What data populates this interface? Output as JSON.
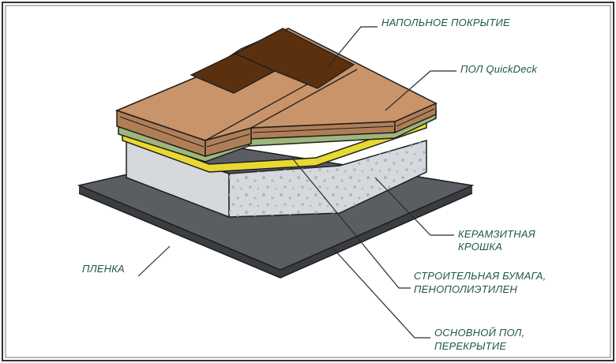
{
  "labels": {
    "flooring": "НАПОЛЬНОЕ ПОКРЫТИЕ",
    "quickdeck": "ПОЛ QuickDeck",
    "clay_1": "КЕРАМЗИТНАЯ",
    "clay_2": "КРОШКА",
    "paper_1": "СТРОИТЕЛЬНАЯ БУМАГА,",
    "paper_2": "ПЕНОПОЛИЭТИЛЕН",
    "base_1": "ОСНОВНОЙ ПОЛ,",
    "base_2": "ПЕРЕКРЫТИЕ",
    "film": "ПЛЕНКА"
  },
  "colors": {
    "label_text": "#1f5a3c",
    "leader": "#2a2a2a",
    "board_top": "#c9946a",
    "board_edge": "#b07e56",
    "flooring_tile": "#5a300f",
    "foam_layer": "#9fb57a",
    "paper_layer": "#e8d832",
    "clay_side": "#d5d8dc",
    "clay_dots": "#b0b6bc",
    "film_sheet": "#5a5e63",
    "film_edge": "#3a3d41",
    "outline": "#1e1e1e"
  }
}
